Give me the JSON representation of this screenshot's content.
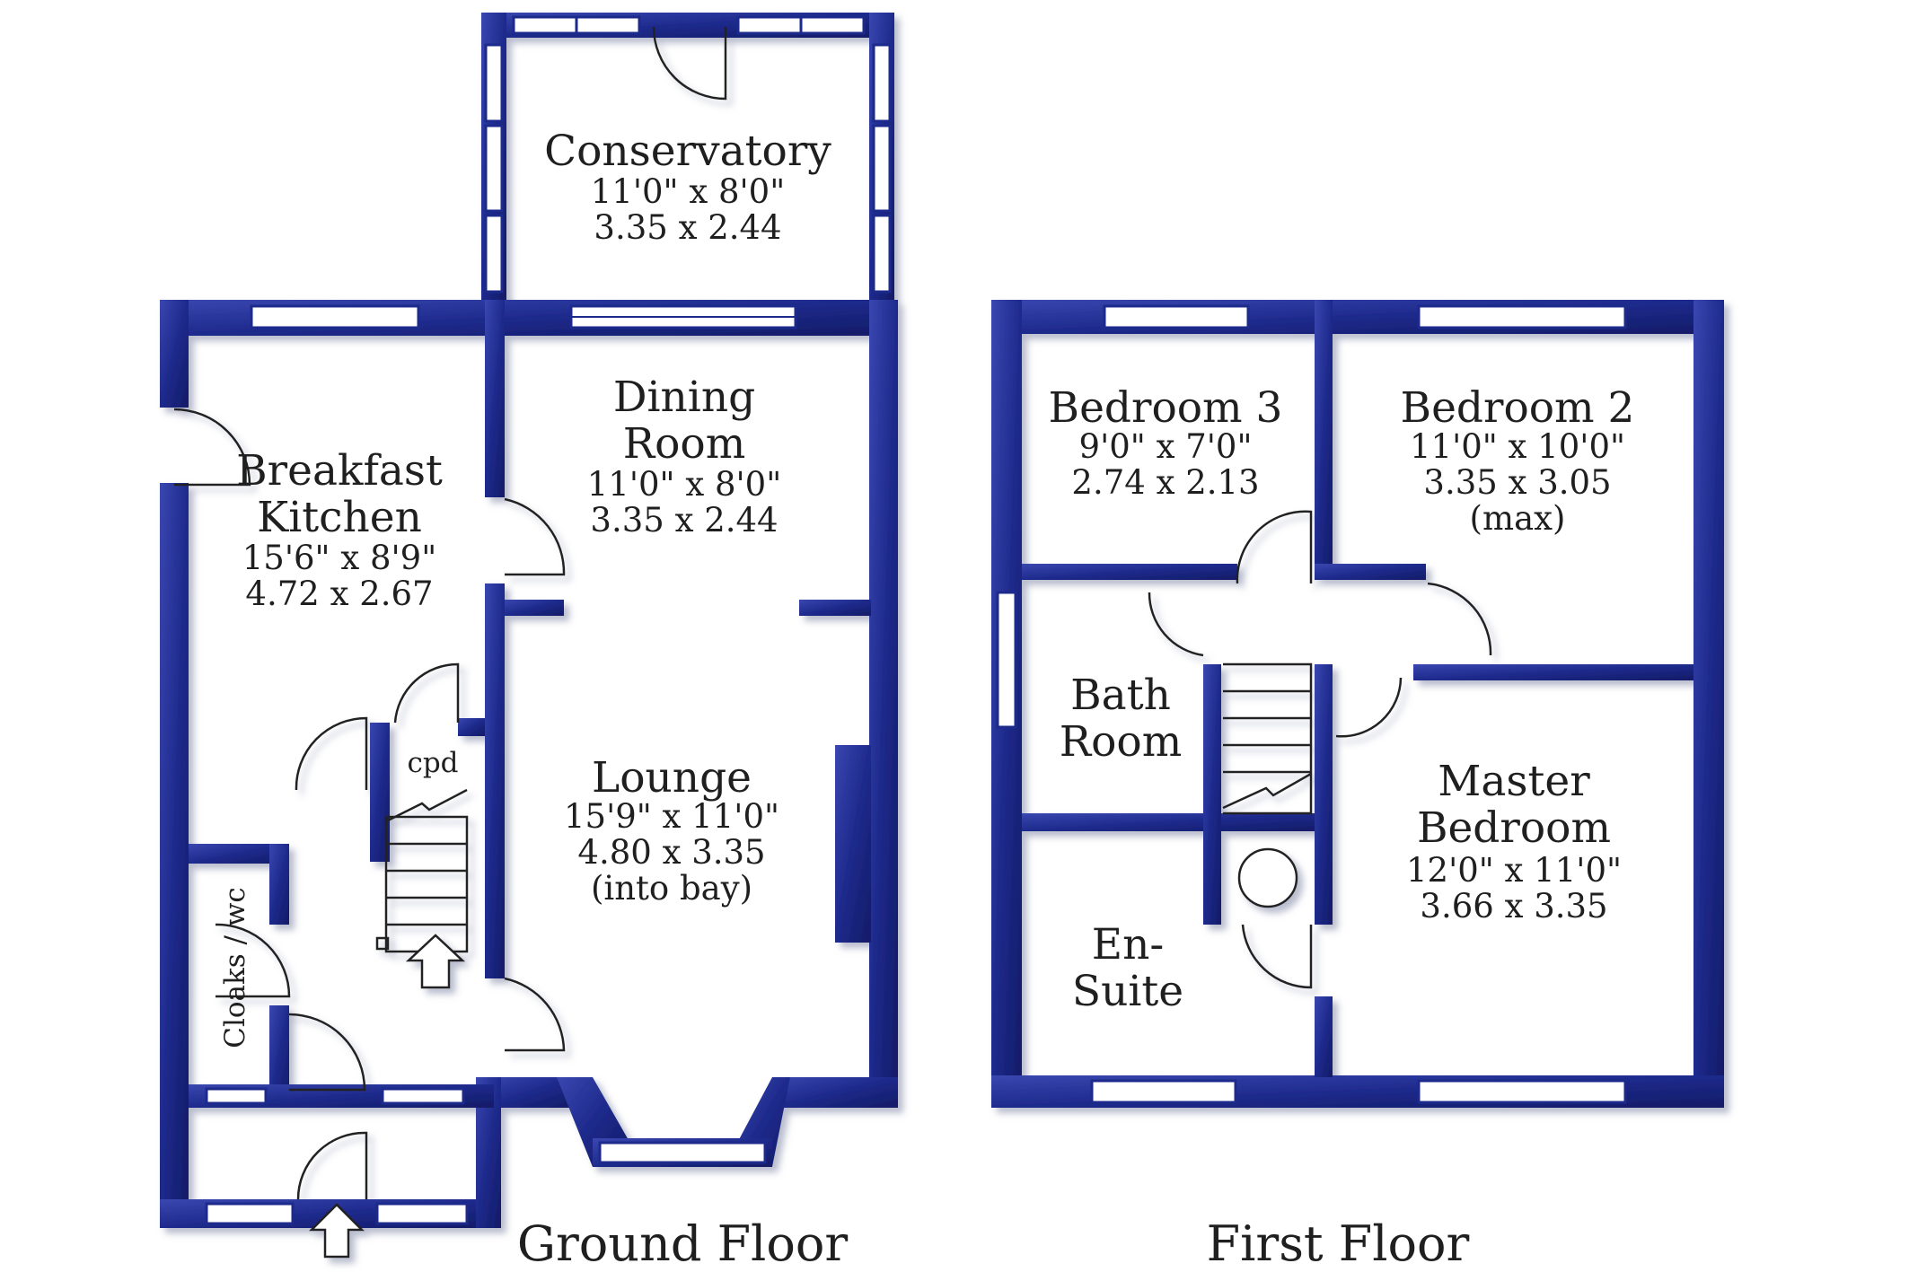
{
  "colors": {
    "wall": "#1e2a8c",
    "wall_dark": "#111a63",
    "wall_light": "#5a67c4",
    "window_fill": "#ffffff",
    "door_line": "#222222",
    "text": "#1f1f1f"
  },
  "ground_floor": {
    "title": "Ground Floor",
    "rooms": {
      "conservatory": {
        "name": "Conservatory",
        "imperial": "11'0\"  x  8'0\"",
        "metric": "3.35  x  2.44"
      },
      "dining": {
        "name_line1": "Dining",
        "name_line2": "Room",
        "imperial": "11'0\"  x  8'0\"",
        "metric": "3.35  x  2.44"
      },
      "kitchen": {
        "name_line1": "Breakfast",
        "name_line2": "Kitchen",
        "imperial": "15'6\"  x  8'9\"",
        "metric": "4.72  x  2.67"
      },
      "lounge": {
        "name": "Lounge",
        "imperial": "15'9\"  x  11'0\"",
        "metric": "4.80  x  3.35",
        "note": "(into bay)"
      },
      "cpd": {
        "name": "cpd"
      },
      "cloaks": {
        "name": "Cloaks / wc"
      }
    }
  },
  "first_floor": {
    "title": "First Floor",
    "rooms": {
      "bedroom3": {
        "name": "Bedroom 3",
        "imperial": "9'0\"  x  7'0\"",
        "metric": "2.74  x  2.13"
      },
      "bedroom2": {
        "name": "Bedroom 2",
        "imperial": "11'0\"  x  10'0\"",
        "metric": "3.35  x  3.05",
        "note": "(max)"
      },
      "bathroom": {
        "name_line1": "Bath",
        "name_line2": "Room"
      },
      "master": {
        "name_line1": "Master",
        "name_line2": "Bedroom",
        "imperial": "12'0\"  x  11'0\"",
        "metric": "3.66  x  3.35"
      },
      "ensuite": {
        "name_line1": "En-",
        "name_line2": "Suite"
      }
    }
  }
}
